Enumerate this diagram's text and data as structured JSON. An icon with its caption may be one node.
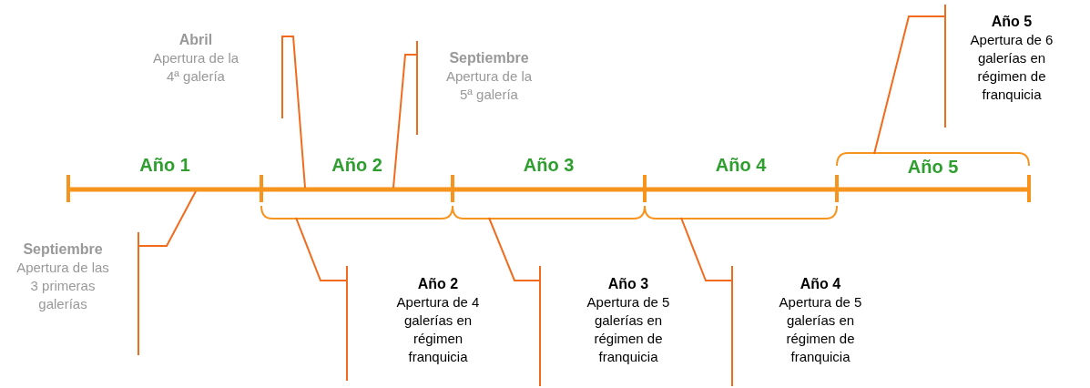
{
  "diagram": {
    "nodes": [
      {
        "text": [
          "Abril",
          "Apertura de la 4ª galería"
        ]
      },
      {
        "text": [
          "Septiembre",
          "Apertura de la 5ª galería"
        ]
      },
      {
        "text": [
          "Año 5",
          "Apertura de 6 galerías en régimen de franquicia"
        ]
      },
      {
        "text": [
          "Septiembre",
          "Apertura de las 3 primeras galerías"
        ]
      },
      {
        "text": [
          "Año 2",
          "Apertura de 4 galerías en régimen franquicia"
        ]
      },
      {
        "text": [
          "Año 3",
          "Apertura de 5 galerías en régimen de franquicia"
        ]
      },
      {
        "text": [
          "Año 4",
          "Apertura de 5 galerías en régimen de franquicia"
        ]
      },
      {
        "text": [],
        "shape": "bracket",
        "beside": [
          "Año 5"
        ]
      },
      {
        "text": [],
        "shape": "bracket",
        "beside": [
          "Año 2"
        ]
      },
      {
        "text": [],
        "shape": "bracket",
        "beside": [
          "Año 3"
        ]
      },
      {
        "text": [],
        "shape": "bracket",
        "beside": [
          "Año 4"
        ]
      }
    ],
    "edges": [
      {
        "from": 0,
        "to": null,
        "arrow": "none"
      },
      {
        "from": 1,
        "to": null,
        "arrow": "none"
      },
      {
        "from": 2,
        "to": 7,
        "arrow": "none"
      },
      {
        "from": 3,
        "to": null,
        "arrow": "none"
      },
      {
        "from": 4,
        "to": 8,
        "arrow": "none"
      },
      {
        "from": 5,
        "to": 9,
        "arrow": "none"
      },
      {
        "from": 6,
        "to": 10,
        "arrow": "none"
      }
    ],
    "labels": [
      "Año 1"
    ]
  }
}
